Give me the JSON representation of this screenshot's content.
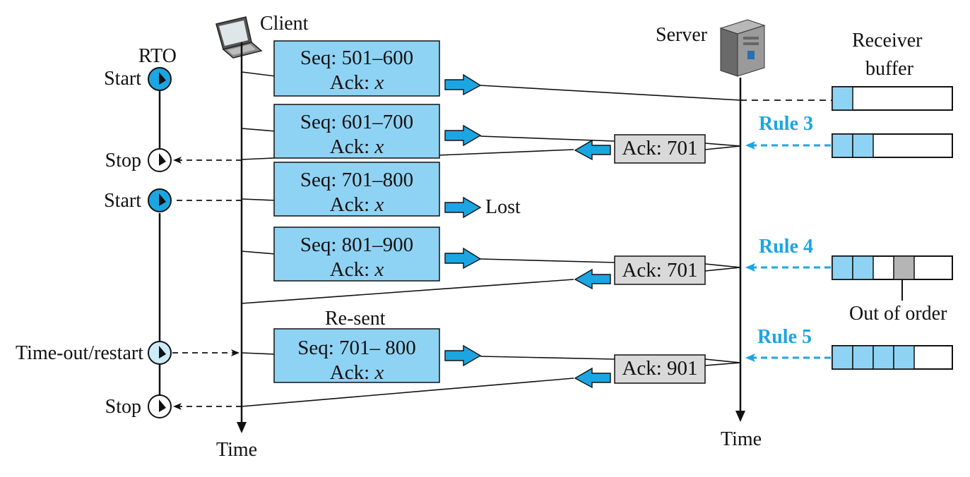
{
  "labels": {
    "client": "Client",
    "server": "Server",
    "rto": "RTO",
    "receiver_buffer_l1": "Receiver",
    "receiver_buffer_l2": "buffer",
    "time_client": "Time",
    "time_server": "Time",
    "lost": "Lost",
    "resent": "Re-sent",
    "out_of_order": "Out of order"
  },
  "timer_events": [
    {
      "label": "Start",
      "state": "active"
    },
    {
      "label": "Stop",
      "state": "inactive"
    },
    {
      "label": "Start",
      "state": "active"
    },
    {
      "label": "Time-out/restart",
      "state": "light"
    },
    {
      "label": "Stop",
      "state": "inactive"
    }
  ],
  "segments": [
    {
      "seq": "Seq: 501–600",
      "ack_prefix": "Ack: ",
      "ack_var": "x"
    },
    {
      "seq": "Seq: 601–700",
      "ack_prefix": "Ack: ",
      "ack_var": "x"
    },
    {
      "seq": "Seq: 701–800",
      "ack_prefix": "Ack: ",
      "ack_var": "x"
    },
    {
      "seq": "Seq: 801–900",
      "ack_prefix": "Ack: ",
      "ack_var": "x"
    },
    {
      "seq": "Seq: 701– 800",
      "ack_prefix": "Ack: ",
      "ack_var": "x"
    }
  ],
  "acks": [
    {
      "label": "Ack: 701"
    },
    {
      "label": "Ack: 701"
    },
    {
      "label": "Ack: 901"
    }
  ],
  "rules": [
    {
      "label": "Rule 3"
    },
    {
      "label": "Rule 4"
    },
    {
      "label": "Rule 5"
    }
  ],
  "buffers": [
    {
      "cells": [
        "filled",
        "empty"
      ]
    },
    {
      "cells": [
        "filled",
        "filled",
        "empty"
      ]
    },
    {
      "cells": [
        "filled",
        "filled",
        "empty",
        "gray",
        "empty"
      ]
    },
    {
      "cells": [
        "filled",
        "filled",
        "filled",
        "filled",
        "empty"
      ]
    }
  ],
  "colors": {
    "segment_fill": "#8fd3f4",
    "ack_fill": "#d9d9d9",
    "arrow_blue": "#1ba6e2",
    "rule_blue": "#1ba6e2",
    "buffer_fill": "#8fd3f4",
    "buffer_gray": "#b5b5b5",
    "timer_active": "#1ba6e2",
    "timer_light": "#cdeaf8"
  }
}
